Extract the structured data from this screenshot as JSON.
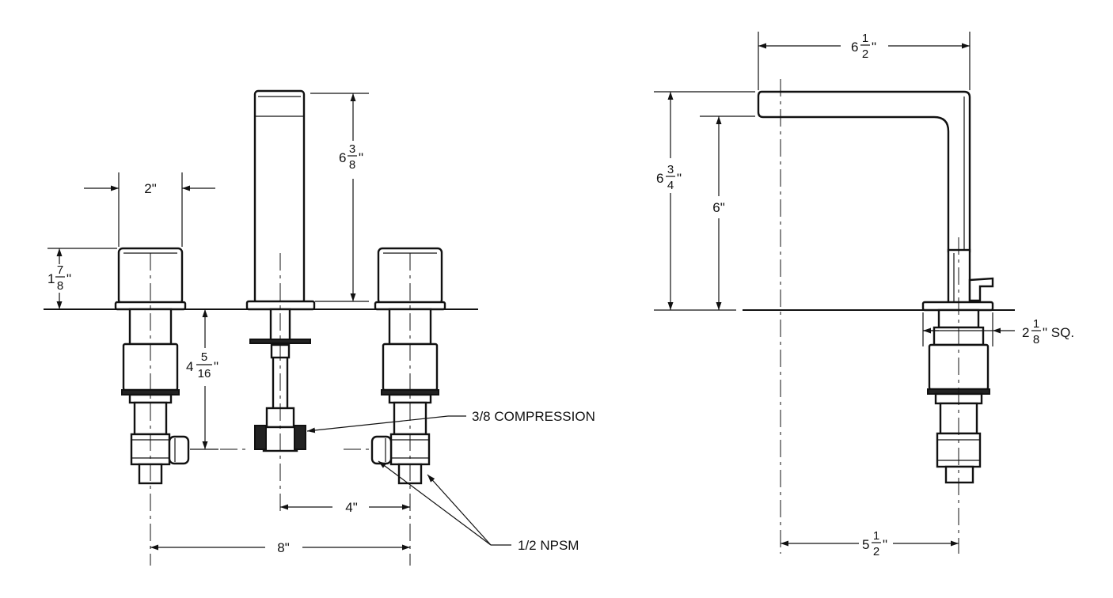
{
  "dimensions": {
    "handle_width": "2\"",
    "handle_height": {
      "whole": "1",
      "num": "7",
      "den": "8",
      "unit": "\""
    },
    "spout_height": {
      "whole": "6",
      "num": "3",
      "den": "8",
      "unit": "\""
    },
    "below_deck": {
      "whole": "4",
      "num": "5",
      "den": "16",
      "unit": "\""
    },
    "center_spacing": "4\"",
    "overall_spread": "8\"",
    "side_reach": {
      "whole": "6",
      "num": "1",
      "den": "2",
      "unit": "\""
    },
    "side_total_height": {
      "whole": "6",
      "num": "3",
      "den": "4",
      "unit": "\""
    },
    "side_clearance": "6\"",
    "side_base": {
      "whole": "2",
      "num": "1",
      "den": "8",
      "unit": "\" SQ."
    },
    "side_spout_offset": {
      "whole": "5",
      "num": "1",
      "den": "2",
      "unit": "\""
    }
  },
  "callouts": {
    "compression": "3/8 COMPRESSION",
    "npsm": "1/2 NPSM"
  }
}
